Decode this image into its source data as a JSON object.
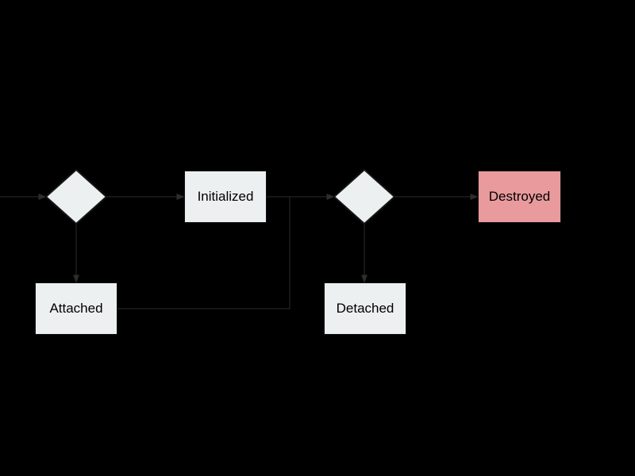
{
  "diagram": {
    "background": "#000000",
    "line_color": "#2d2d2d",
    "colors": {
      "state_fill": "#edf0f1",
      "destroyed_fill": "#e99a9d",
      "text": "#000000"
    },
    "nodes": {
      "decision1": {
        "type": "decision",
        "label": ""
      },
      "initialized": {
        "type": "state",
        "label": "Initialized"
      },
      "attached": {
        "type": "state",
        "label": "Attached"
      },
      "decision2": {
        "type": "decision",
        "label": ""
      },
      "detached": {
        "type": "state",
        "label": "Detached"
      },
      "destroyed": {
        "type": "state",
        "label": "Destroyed"
      }
    },
    "edges": [
      {
        "from": "offscreen-left",
        "to": "decision1",
        "arrow": true
      },
      {
        "from": "decision1",
        "to": "initialized",
        "arrow": true
      },
      {
        "from": "decision1",
        "to": "attached",
        "arrow": true
      },
      {
        "from": "initialized",
        "to": "decision2",
        "arrow": true
      },
      {
        "from": "attached",
        "to": "decision2",
        "arrow": false,
        "note": "merges into initialized-to-decision2 arrow"
      },
      {
        "from": "decision2",
        "to": "destroyed",
        "arrow": true
      },
      {
        "from": "decision2",
        "to": "detached",
        "arrow": true
      }
    ]
  }
}
